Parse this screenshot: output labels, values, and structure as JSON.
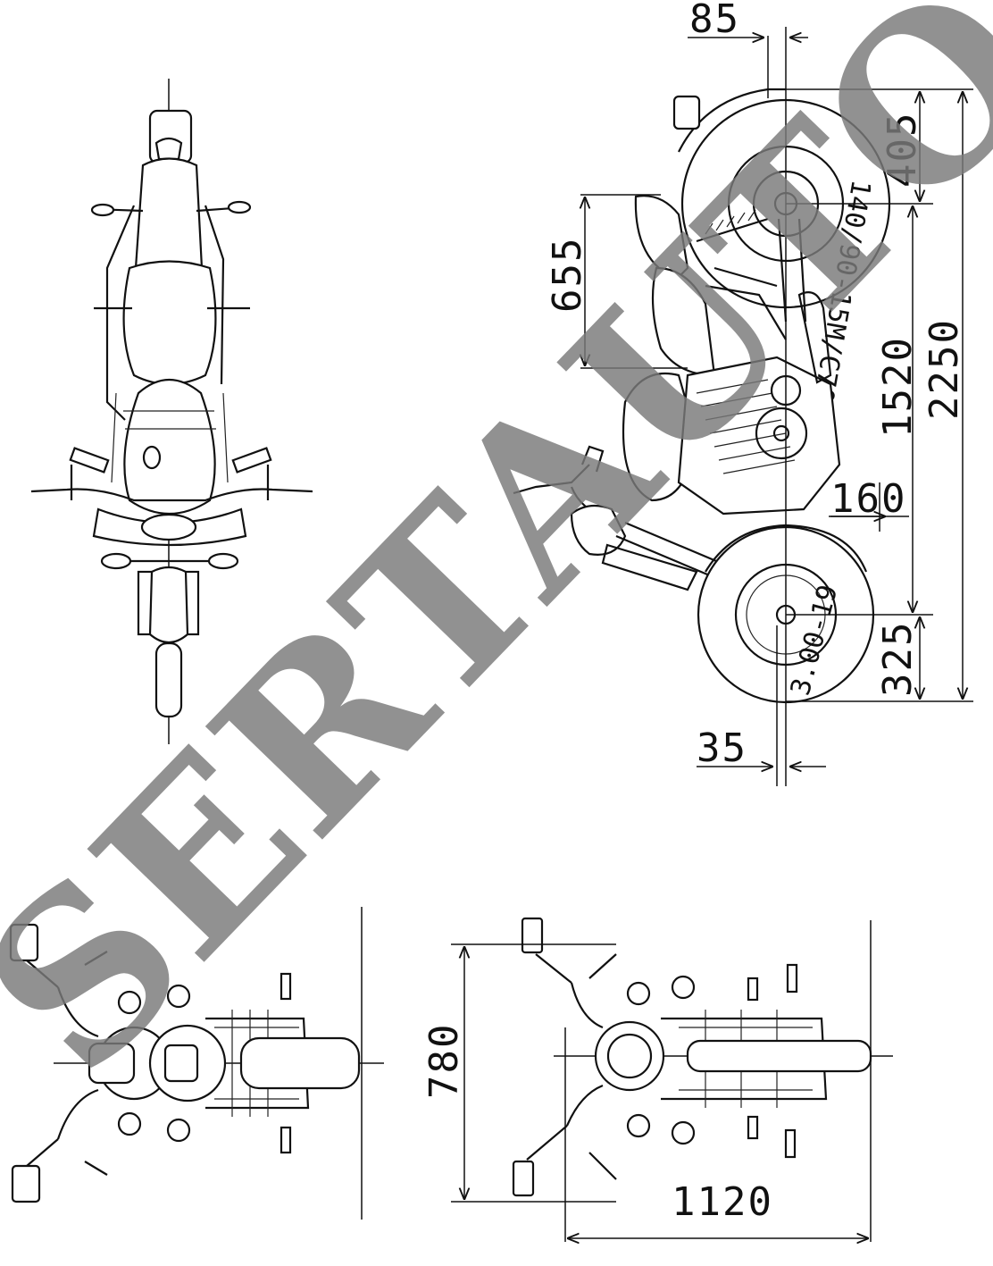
{
  "dimensions": {
    "top_offset": "85",
    "rear_axle_to_top": "405",
    "seat_height": "655",
    "wheelbase": "1520",
    "overall_length": "2250",
    "ground_clearance": "160",
    "front_axle_height": "325",
    "front_offset": "35",
    "overall_width": "780",
    "overall_height": "1120"
  },
  "tires": {
    "rear": "140/90-15M/C70S",
    "front": "3.00-19"
  },
  "watermark": "SERTAUTO.RU",
  "colors": {
    "line": "#111111",
    "watermark": "#7a7a7a",
    "background": "#ffffff"
  }
}
